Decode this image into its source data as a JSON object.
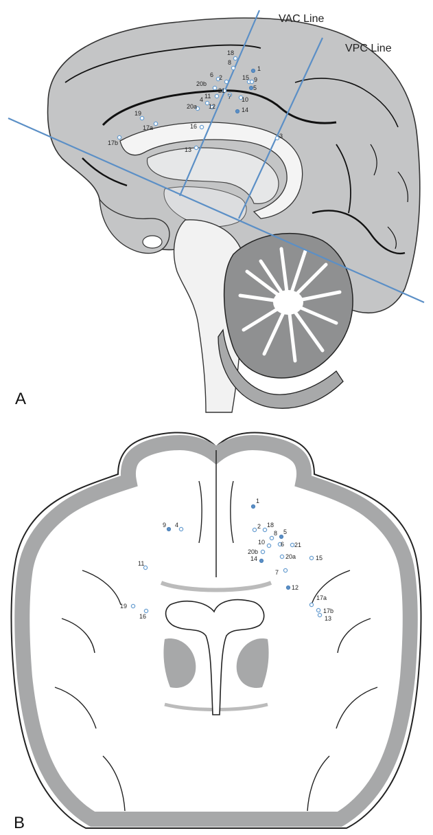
{
  "panel_a": {
    "letter": "A",
    "vac_label": "VAC Line",
    "vpc_label": "VPC Line",
    "points": [
      {
        "id": "18",
        "filled": false
      },
      {
        "id": "8",
        "filled": false
      },
      {
        "id": "1",
        "filled": true
      },
      {
        "id": "6",
        "filled": false
      },
      {
        "id": "2",
        "filled": false
      },
      {
        "id": "15",
        "filled": false
      },
      {
        "id": "9",
        "filled": false
      },
      {
        "id": "20b",
        "filled": false
      },
      {
        "id": "21",
        "filled": false
      },
      {
        "id": "5",
        "filled": true
      },
      {
        "id": "11",
        "filled": false
      },
      {
        "id": "7",
        "filled": false
      },
      {
        "id": "10",
        "filled": false
      },
      {
        "id": "4",
        "filled": false
      },
      {
        "id": "20a",
        "filled": false
      },
      {
        "id": "12",
        "filled": false
      },
      {
        "id": "14",
        "filled": true
      },
      {
        "id": "19",
        "filled": false
      },
      {
        "id": "17a",
        "filled": false
      },
      {
        "id": "17b",
        "filled": false
      },
      {
        "id": "16",
        "filled": false
      },
      {
        "id": "13",
        "filled": false
      },
      {
        "id": "3",
        "filled": false
      }
    ]
  },
  "panel_b": {
    "letter": "B",
    "points": [
      {
        "id": "1",
        "filled": true
      },
      {
        "id": "9",
        "filled": true
      },
      {
        "id": "4",
        "filled": false
      },
      {
        "id": "2",
        "filled": false
      },
      {
        "id": "18",
        "filled": false
      },
      {
        "id": "8",
        "filled": false
      },
      {
        "id": "5",
        "filled": true
      },
      {
        "id": "10",
        "filled": false
      },
      {
        "id": "6",
        "filled": false
      },
      {
        "id": "21",
        "filled": false
      },
      {
        "id": "20b",
        "filled": false
      },
      {
        "id": "14",
        "filled": true
      },
      {
        "id": "20a",
        "filled": false
      },
      {
        "id": "15",
        "filled": false
      },
      {
        "id": "11",
        "filled": false
      },
      {
        "id": "7",
        "filled": false
      },
      {
        "id": "12",
        "filled": true
      },
      {
        "id": "17a",
        "filled": false
      },
      {
        "id": "17b",
        "filled": false
      },
      {
        "id": "13",
        "filled": false
      },
      {
        "id": "19",
        "filled": false
      },
      {
        "id": "16",
        "filled": false
      }
    ]
  }
}
